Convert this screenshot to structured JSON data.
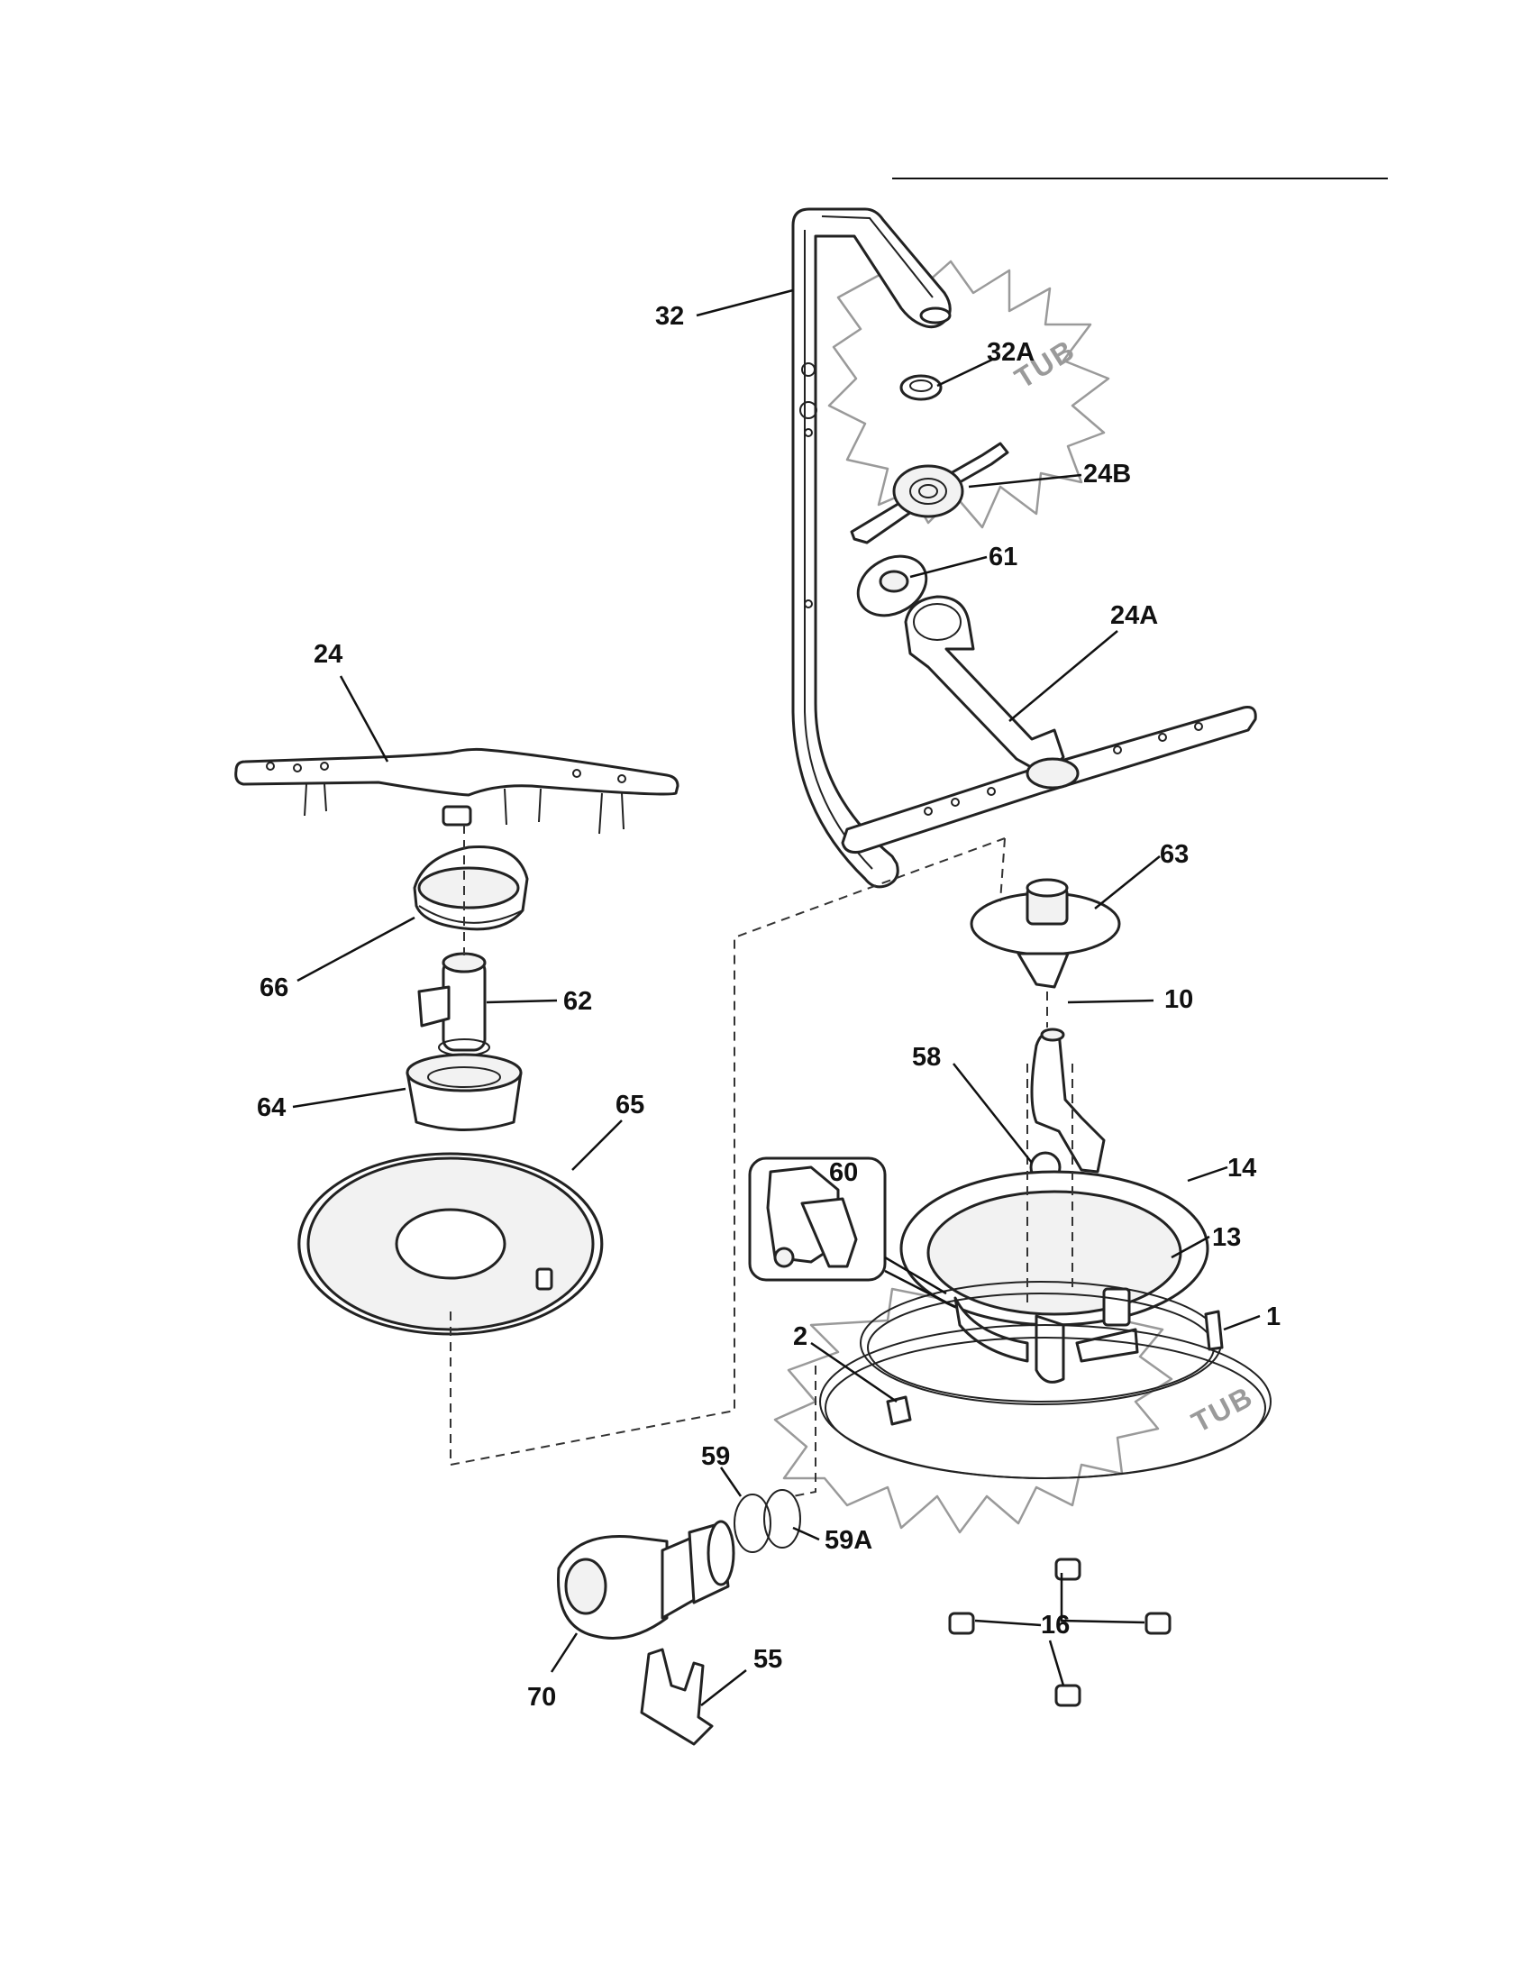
{
  "tub_text": "TUB",
  "callouts": [
    {
      "id": "32",
      "text": "32"
    },
    {
      "id": "32a",
      "text": "32A"
    },
    {
      "id": "24b",
      "text": "24B"
    },
    {
      "id": "61",
      "text": "61"
    },
    {
      "id": "24a",
      "text": "24A"
    },
    {
      "id": "24",
      "text": "24"
    },
    {
      "id": "63",
      "text": "63"
    },
    {
      "id": "66",
      "text": "66"
    },
    {
      "id": "62",
      "text": "62"
    },
    {
      "id": "10",
      "text": "10"
    },
    {
      "id": "58",
      "text": "58"
    },
    {
      "id": "64",
      "text": "64"
    },
    {
      "id": "65",
      "text": "65"
    },
    {
      "id": "60",
      "text": "60"
    },
    {
      "id": "14",
      "text": "14"
    },
    {
      "id": "13",
      "text": "13"
    },
    {
      "id": "1",
      "text": "1"
    },
    {
      "id": "2",
      "text": "2"
    },
    {
      "id": "59",
      "text": "59"
    },
    {
      "id": "59a",
      "text": "59A"
    },
    {
      "id": "16",
      "text": "16"
    },
    {
      "id": "55",
      "text": "55"
    },
    {
      "id": "70",
      "text": "70"
    }
  ]
}
